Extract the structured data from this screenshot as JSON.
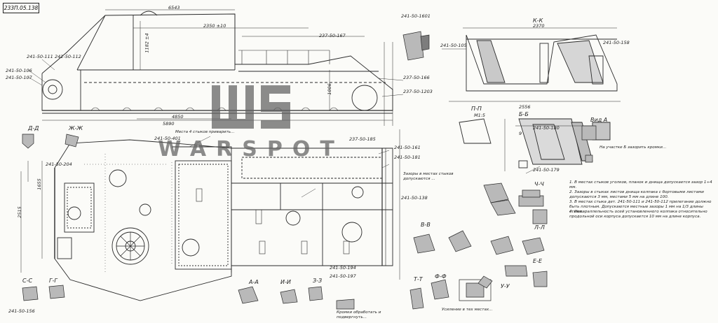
{
  "stamp": "233П.05.138",
  "watermark": {
    "mono": "WS",
    "word": "WARSPOT"
  },
  "dims": {
    "len_6543": "6543",
    "len_2350": "2350 ±10",
    "len_237_50": "237-50-167",
    "len_11821": "1182 ±4",
    "len_4850": "4850",
    "len_5890": "5890",
    "len_1006": "1006",
    "len_2370": "2370",
    "len_2556": "2556",
    "len_1655": "1655",
    "len_2515": "2515",
    "len_9": "9"
  },
  "parts": {
    "p_241_50_106": "241-50-106",
    "p_241_50_107": "241-50-107",
    "p_241_50_111": "241-50-111",
    "p_241_50_112": "241-50-112",
    "p_241_50_161": "241-50-161",
    "p_241_50_181": "241-50-181",
    "p_241_50_138": "241-50-138",
    "p_241_50_204": "241-50-204",
    "p_241_50_194": "241-50-194",
    "p_241_50_197": "241-50-197",
    "p_237_50_1203": "237-50-1203",
    "p_241_50_1601": "241-50-1601",
    "p_241_50_105": "241-50-105",
    "p_241_50_401": "241-50-401",
    "p_237_50_185": "237-50-185",
    "p_237_50_166": "237-50-166",
    "p_241_50_180": "241-50-180",
    "p_241_50_179": "241-50-179",
    "p_241_50_158": "241-50-158",
    "p_241_50_156": "241-50-156"
  },
  "sections": {
    "kk": "К-К",
    "nn": "П-П",
    "dd": "Д-Д",
    "zhzh": "Ж-Ж",
    "bb": "Б-Б",
    "vv": "В-В",
    "gg": "Г-Г",
    "ss": "С-С",
    "tt": "Т-Т",
    "uu": "У-У",
    "ii": "И-И",
    "ee": "Е-Е",
    "ll": "Л-Л",
    "aa": "А-А",
    "ch": "Ч-Ч",
    "zz": "З-З",
    "ff": "Ф-Ф",
    "vidA": "Вид А",
    "scale": "М1:5"
  },
  "notes": {
    "n1": "1. В местах стыков уголков, планок и днища допускается зазор 1÷4 мм.",
    "n2": "2. Зазоры в стыках листов днища колпака с бортовыми листами допускаются 3 мм, местами 5 мм на длине 100.",
    "n3": "3. В местах стыка дет. 241-50-111 и 241-50-112 прилегание должно быть плотным. Допускаются местные зазоры 1 мм на 1/3 длины стыка.",
    "n4": "4. Непараллельность осей установленного колпака относительно продольной оси корпуса допускается 10 мм на длине корпуса.",
    "c1": "Места 4 стыков приварить...",
    "c2": "Зазоры в местах стыков допускаются ...",
    "c3": "Кромки обработать и подвергнуть...",
    "c4": "На участке Б зазорить кромки...",
    "c5": "Усиление в тех местах..."
  }
}
